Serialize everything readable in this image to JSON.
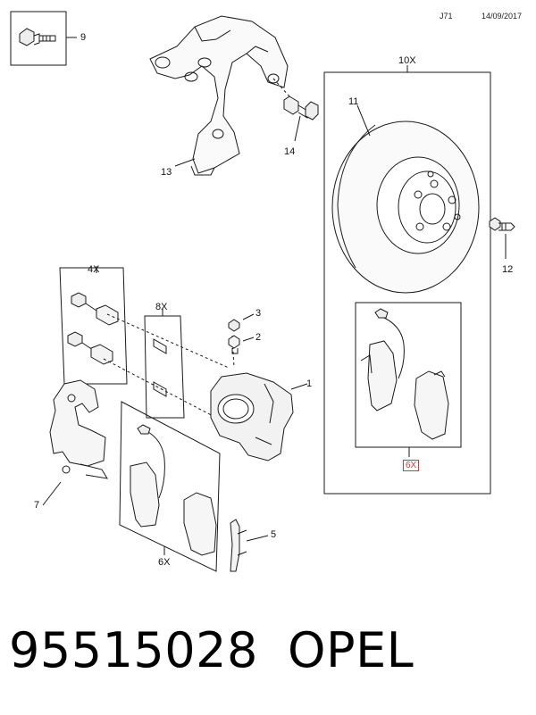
{
  "header": {
    "code": "J71",
    "date": "14/09/2017"
  },
  "callouts": {
    "c1": "1",
    "c2": "2",
    "c3": "3",
    "c4": "4X",
    "c5": "5",
    "c6": "6X",
    "c6b": "6X",
    "c7": "7",
    "c8": "8X",
    "c9": "9",
    "c10": "10X",
    "c11": "11",
    "c12": "12",
    "c13": "13",
    "c14": "14"
  },
  "footer": {
    "part_number": "95515028",
    "brand": "OPEL"
  },
  "colors": {
    "line": "#1a1a1a",
    "highlight": "#d23a3a",
    "shade": "#dcdcdc"
  }
}
